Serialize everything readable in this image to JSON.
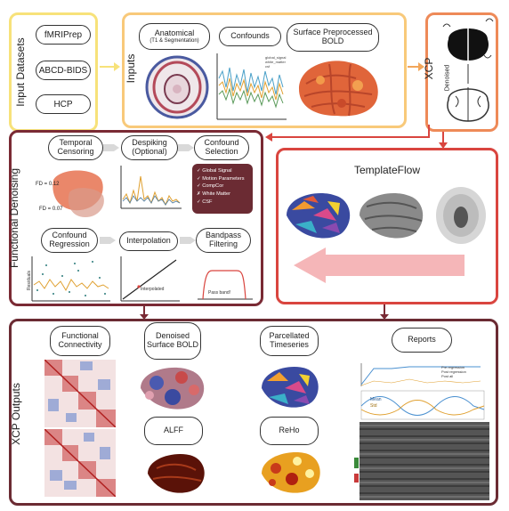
{
  "input_datasets": {
    "title": "Input Datasets",
    "items": [
      "fMRIPrep",
      "ABCD-BIDS",
      "HCP"
    ]
  },
  "inputs": {
    "title": "Inputs",
    "items": [
      "Anatomical",
      "Confounds",
      "Surface Preprocessed BOLD"
    ],
    "anatomical_sub": "(T1 & Segmentation)",
    "confound_legend": [
      "global_signal",
      "white_matter",
      "csf"
    ]
  },
  "xcp": {
    "title": "XCP",
    "denoised": "Denoised"
  },
  "denoising": {
    "title": "Functional Denoising",
    "steps": [
      "Temporal Censoring",
      "Despiking (Optional)",
      "Confound Selection",
      "Confound Regression",
      "Interpolation",
      "Bandpass Filtering"
    ],
    "fd1": "FD = 0.12",
    "fd2": "FD = 0.07",
    "confounds": [
      "Global Signal",
      "Motion Parameters",
      "CompCor",
      "White Matter",
      "CSF"
    ],
    "confound_marks": [
      "✓",
      "✓",
      "✓",
      "✗",
      "✓"
    ],
    "residuals": "Residuals",
    "interpolated": "Interpolated",
    "pass_band": "Pass band!"
  },
  "templateflow": {
    "title": "TemplateFlow"
  },
  "outputs": {
    "title": "XCP Outputs",
    "items": [
      "Functional Connectivity",
      "Denoised Surface BOLD",
      "Parcellated Timeseries",
      "Reports",
      "ALFF",
      "ReHo"
    ],
    "report_legend": [
      "Pre regression",
      "Post regression",
      "Post all"
    ],
    "report_legend2": [
      "Mean",
      "Std"
    ]
  },
  "colors": {
    "yellow": "#f7e27a",
    "orange": "#f2a65a",
    "red": "#d9453f",
    "maroon": "#7a2a34",
    "dark_outline": "#6b2b33"
  }
}
